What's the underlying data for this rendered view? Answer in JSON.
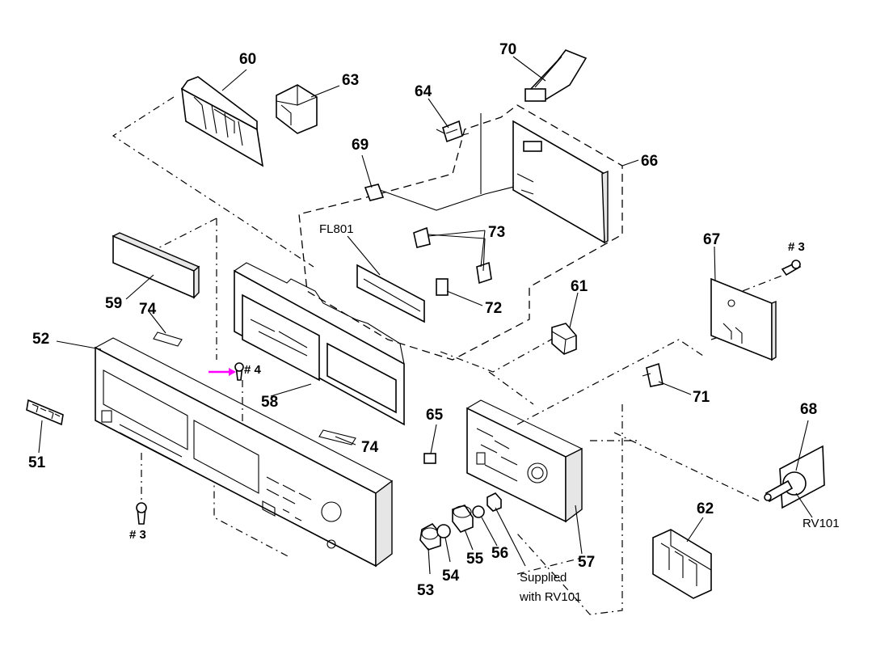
{
  "parts": [
    {
      "id": "51",
      "text": "51"
    },
    {
      "id": "52",
      "text": "52"
    },
    {
      "id": "53",
      "text": "53"
    },
    {
      "id": "54",
      "text": "54"
    },
    {
      "id": "55",
      "text": "55"
    },
    {
      "id": "56",
      "text": "56"
    },
    {
      "id": "57",
      "text": "57"
    },
    {
      "id": "58",
      "text": "58"
    },
    {
      "id": "59",
      "text": "59"
    },
    {
      "id": "60",
      "text": "60"
    },
    {
      "id": "61",
      "text": "61"
    },
    {
      "id": "62",
      "text": "62"
    },
    {
      "id": "63",
      "text": "63"
    },
    {
      "id": "64",
      "text": "64"
    },
    {
      "id": "65",
      "text": "65"
    },
    {
      "id": "66",
      "text": "66"
    },
    {
      "id": "67",
      "text": "67"
    },
    {
      "id": "68",
      "text": "68"
    },
    {
      "id": "69",
      "text": "69"
    },
    {
      "id": "70",
      "text": "70"
    },
    {
      "id": "71",
      "text": "71"
    },
    {
      "id": "72",
      "text": "72"
    },
    {
      "id": "73",
      "text": "73"
    },
    {
      "id": "74a",
      "text": "74"
    },
    {
      "id": "74b",
      "text": "74"
    }
  ],
  "refs": {
    "fl801": "FL801",
    "rv101": "RV101",
    "supplied_line1": "Supplied",
    "supplied_line2": "with RV101"
  },
  "screws": {
    "top_right": "# 3",
    "front": "# 4",
    "bottom_left": "# 3"
  },
  "colors": {
    "line": "#000000",
    "arrow": "#ff00ff",
    "background": "#ffffff"
  }
}
